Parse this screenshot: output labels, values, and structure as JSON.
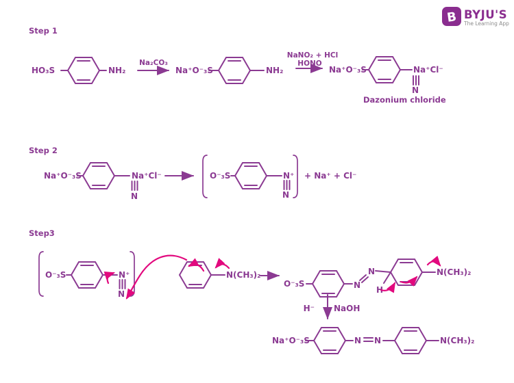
{
  "logo": {
    "icon_letter": "B",
    "name": "BYJU'S",
    "tagline": "The Learning App"
  },
  "colors": {
    "structure_purple": "#8B3A92",
    "mechanism_pink": "#E2097E",
    "logo_purple": "#8A2D8F",
    "tagline_gray": "#8C8C8C"
  },
  "step1": {
    "title": "Step 1",
    "sulfanilic_left": "HO₃S",
    "amine": "NH₂",
    "arrow1_reagent": "Na₂CO₃",
    "sodium_salt_left": "Na⁺O⁻₃S",
    "amine2": "NH₂",
    "arrow2_reagent_line1": "NaNO₂ + HCl",
    "arrow2_reagent_line2": "HONO",
    "product_left": "Na⁺O⁻₃S",
    "product_right": "Na⁺Cl⁻",
    "product_n": "N",
    "product_name": "Dazonium chloride"
  },
  "step2": {
    "title": "Step 2",
    "reactant_left": "Na⁺O⁻₃S",
    "reactant_right": "Na⁺Cl⁻",
    "reactant_n": "N",
    "ion_left": "O⁻₃S",
    "ion_right": "N⁺",
    "ion_n": "N",
    "byproducts": "+ Na⁺ + Cl⁻"
  },
  "step3": {
    "title": "Step3",
    "diazonium_left": "O⁻₃S",
    "diazonium_right": "N⁺",
    "diazonium_n": "N",
    "dimethylamine": "N(CH₃)₂",
    "coupling_left": "O⁻₃S",
    "coupling_n1": "N",
    "coupling_n2": "N",
    "coupling_h": "H",
    "coupling_amine": "N(CH₃)₂",
    "eliminated": "H⁻",
    "reagent": "NaOH",
    "final_left": "Na⁺O⁻₃S",
    "final_n1": "N",
    "final_n2": "N",
    "final_amine": "N(CH₃)₂"
  }
}
